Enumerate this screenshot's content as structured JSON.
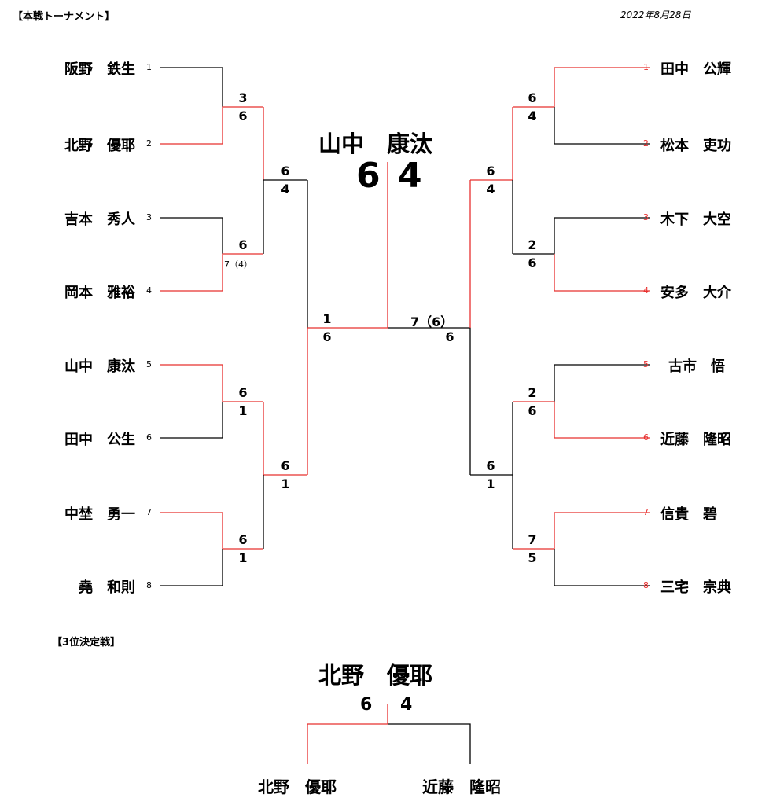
{
  "header": {
    "title": "【本戦トーナメント】",
    "date": "2022年8月28日"
  },
  "colors": {
    "winner": "#e8302f",
    "line": "#000000"
  },
  "left_players": [
    {
      "seed": "1",
      "name": "阪野　鉄生"
    },
    {
      "seed": "2",
      "name": "北野　優耶"
    },
    {
      "seed": "3",
      "name": "吉本　秀人"
    },
    {
      "seed": "4",
      "name": "岡本　雅裕"
    },
    {
      "seed": "5",
      "name": "山中　康汰"
    },
    {
      "seed": "6",
      "name": "田中　公生"
    },
    {
      "seed": "7",
      "name": "中埜　勇一"
    },
    {
      "seed": "8",
      "name": "堯　和則"
    }
  ],
  "right_players": [
    {
      "seed": "1",
      "name": "田中　公輝"
    },
    {
      "seed": "2",
      "name": "松本　吏功"
    },
    {
      "seed": "3",
      "name": "木下　大空"
    },
    {
      "seed": "4",
      "name": "安多　大介"
    },
    {
      "seed": "5",
      "name": "古市　悟"
    },
    {
      "seed": "6",
      "name": "近藤　隆昭"
    },
    {
      "seed": "7",
      "name": "信貴　碧"
    },
    {
      "seed": "8",
      "name": "三宅　宗典"
    }
  ],
  "scores": {
    "l_r1_m1": [
      "3",
      "6"
    ],
    "l_r1_m2": [
      "6",
      "7（4）"
    ],
    "l_r1_m3": [
      "6",
      "1"
    ],
    "l_r1_m4": [
      "6",
      "1"
    ],
    "l_r2_m1": [
      "6",
      "4"
    ],
    "l_r2_m2": [
      "6",
      "1"
    ],
    "semi_left": [
      "1",
      "6"
    ],
    "semi_right": [
      "7（6）",
      "6"
    ],
    "r_r1_m1": [
      "6",
      "4"
    ],
    "r_r1_m2": [
      "2",
      "6"
    ],
    "r_r1_m3": [
      "2",
      "6"
    ],
    "r_r1_m4": [
      "7",
      "5"
    ],
    "r_r2_m1": [
      "6",
      "4"
    ],
    "r_r2_m2": [
      "6",
      "1"
    ]
  },
  "champion": {
    "name": "山中　康汰",
    "score_left": "6",
    "score_right": "4"
  },
  "third_place": {
    "title": "【3位決定戦】",
    "winner": "北野　優耶",
    "score_left": "6",
    "score_right": "4",
    "player_left": "北野　優耶",
    "player_right": "近藤　隆昭"
  }
}
